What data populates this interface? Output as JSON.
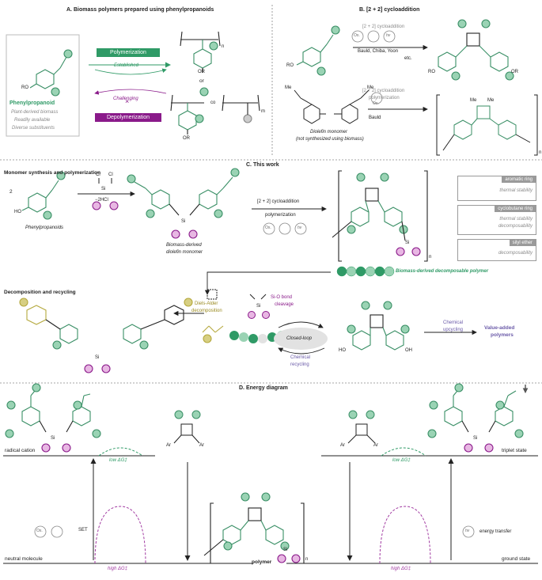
{
  "colors": {
    "green": "#2f9a66",
    "green_light": "#9ad3b4",
    "purple": "#8a1a8a",
    "pink": "#e8b7e3",
    "olive": "#c9bd5c",
    "grey": "#8a8a8a",
    "lavender": "#6a5aa8"
  },
  "sectionA": {
    "title": "A. Biomass polymers prepared using phenylpropanoids",
    "monomer_label": "Phenylpropanoid",
    "monomer_lines": [
      "Plant-derived biomass",
      "Readily available",
      "Diverse substituents"
    ],
    "ro": "RO",
    "polymerization": "Polymerization",
    "established": "Established",
    "challenging": "Challenging",
    "depolymerization": "Depolymerization",
    "or": "or",
    "or_group_1": "OR",
    "or_group_2": "OR",
    "co": "co",
    "n": "n",
    "m": "m"
  },
  "sectionB": {
    "title": "B. [2 + 2] cycloaddition",
    "reaction1": "[2 + 2] cycloaddition",
    "authors1": "Bauld, Chiba, Yoon",
    "etc": "etc.",
    "ro_left": "RO",
    "ro_prod_left": "RO",
    "ro_prod_right": "OR",
    "reaction2_line1": "[2 + 2] cycloaddition",
    "reaction2_line2": "polymerization",
    "authors2": "Bauld",
    "me1": "Me",
    "me2": "Me",
    "me3": "Me",
    "me4": "Me",
    "diolefin_line1": "Diolefin monomer",
    "diolefin_line2": "(not synthesized using biomass)",
    "n": "n"
  },
  "sectionC": {
    "title": "C. This work",
    "sub1": "Monomer synthesis and polymerization",
    "two": "2",
    "ho": "HO",
    "phenyl_label": "Phenylpropanoids",
    "cl1": "Cl",
    "cl2": "Cl",
    "si": "Si",
    "minus_hcl": "−2HCl",
    "monomer_line1": "Biomass-derived",
    "monomer_line2": "diolefin monomer",
    "poly_line1": "[2 + 2] cycloaddition",
    "poly_line2": "polymerization",
    "n": "n",
    "polymer_label": "Biomass-derived decomposable polymer",
    "prop1_head": "aromatic ring",
    "prop1_body": "thermal stability",
    "prop2_head": "cyclobutane ring",
    "prop2_body1": "thermal stability",
    "prop2_body2": "decomposability",
    "prop3_head": "silyl ether",
    "prop3_body": "decomposability",
    "sub2": "Decomposition and recycling",
    "diels_line1": "Diels-Alder",
    "diels_line2": "decomposition",
    "sio_line1": "Si-O bond",
    "sio_line2": "cleavage",
    "closed_loop": "Closed-loop",
    "chem_rec_line1": "Chemical",
    "chem_rec_line2": "recycling",
    "ho_left": "HO",
    "oh_right": "OH",
    "upcycling_line1": "Chemical",
    "upcycling_line2": "upcycling",
    "value_line1": "Value-added",
    "value_line2": "polymers"
  },
  "conditions": {
    "ox": "Ox.",
    "hv": "hν"
  },
  "sectionD": {
    "title": "D. Energy diagram",
    "radical_cation": "radical cation",
    "low_dg_left": "low ΔG‡",
    "set": "SET",
    "neutral": "neutral molecule",
    "high_dg_left": "high ΔG‡",
    "polymer": "polymer",
    "n": "n",
    "high_dg_right": "high ΔG‡",
    "low_dg_right": "low ΔG‡",
    "triplet": "triplet state",
    "energy_transfer": "energy transfer",
    "ground": "ground state",
    "ar1": "Ar",
    "ar2": "Ar",
    "ar3": "Ar",
    "ar4": "Ar"
  }
}
